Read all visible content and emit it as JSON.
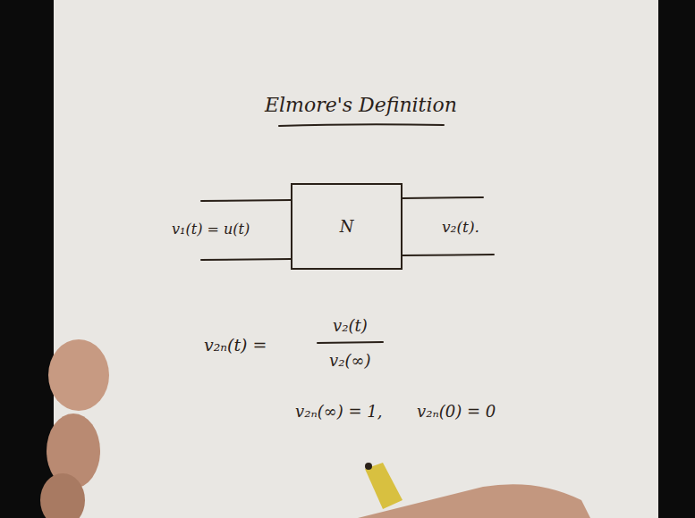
{
  "diagram": {
    "title": "Elmore's Definition",
    "nodes": [
      {
        "text": [
          "N"
        ]
      }
    ],
    "labels": [
      "v₁(t) = u(t)",
      "v₂(t).",
      "v₂ₙ(t) =",
      "v₂(t)",
      "v₂(∞)",
      "v₂ₙ(∞) = 1,",
      "v₂ₙ(0) = 0"
    ]
  }
}
